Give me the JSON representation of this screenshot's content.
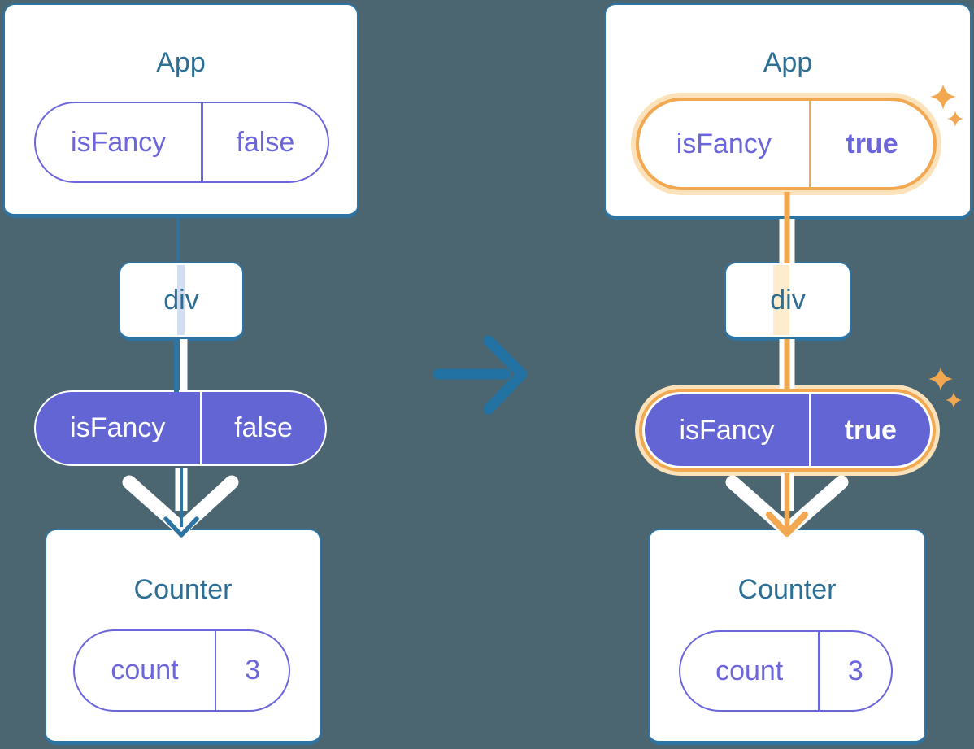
{
  "diagram": {
    "description": "React component tree before and after a state update: App's isFancy state is passed as a prop through a div to Counter, whose count state is preserved"
  },
  "before": {
    "app": {
      "title": "App",
      "state_pill": {
        "key": "isFancy",
        "value": "false"
      }
    },
    "div": {
      "label": "div"
    },
    "prop_pill": {
      "key": "isFancy",
      "value": "false"
    },
    "counter": {
      "title": "Counter",
      "state_pill": {
        "key": "count",
        "value": "3"
      }
    }
  },
  "after": {
    "app": {
      "title": "App",
      "state_pill": {
        "key": "isFancy",
        "value": "true"
      }
    },
    "div": {
      "label": "div"
    },
    "prop_pill": {
      "key": "isFancy",
      "value": "true"
    },
    "counter": {
      "title": "Counter",
      "state_pill": {
        "key": "count",
        "value": "3"
      }
    }
  },
  "colors": {
    "background": "#4b6571",
    "card_border_teal": "#2e74a3",
    "title_teal": "#2d6f94",
    "purple_fill": "#6365d5",
    "purple_text": "#6b66dc",
    "highlight_orange": "#f2a850",
    "highlight_orange_glow": "#fbe2ba",
    "through_stripe_blue": "#d4def2",
    "through_stripe_peach": "#fdeccd",
    "transition_arrow_blue": "#2273a3",
    "white": "#ffffff"
  }
}
